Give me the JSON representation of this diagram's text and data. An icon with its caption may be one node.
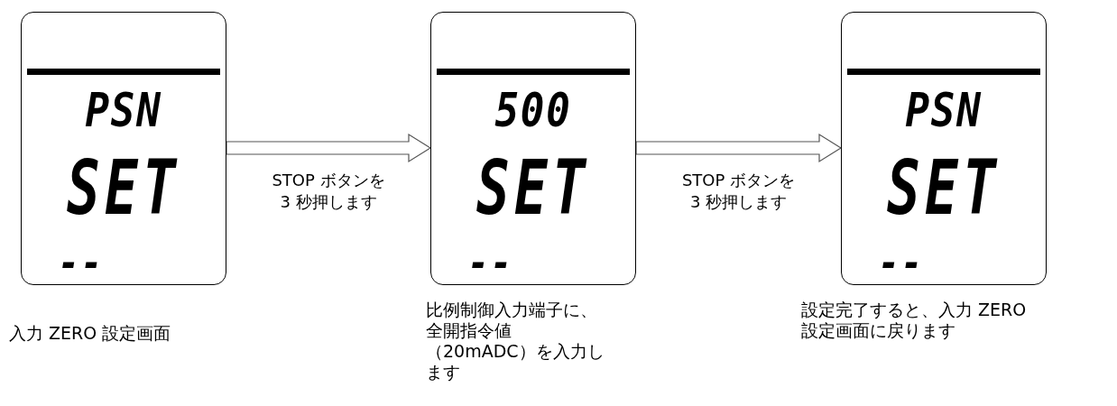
{
  "diagram": {
    "nodes": [
      {
        "text": [
          "PSN",
          "SET",
          "--"
        ],
        "beside": [
          "入力 ZERO 設定画面"
        ]
      },
      {
        "text": [
          "500",
          "SET",
          "--"
        ],
        "beside": [
          "比例制御入力端子に、全開指令値（20mADC）を入力します"
        ]
      },
      {
        "text": [
          "PSN",
          "SET",
          "--"
        ],
        "beside": [
          "設定完了すると、入力 ZERO設定画面に戻ります"
        ]
      }
    ],
    "edges": [
      {
        "from": 0,
        "to": 1,
        "arrow": "to",
        "label": "STOP ボタンを 3 秒押します"
      },
      {
        "from": 1,
        "to": 2,
        "arrow": "to",
        "label": "STOP ボタンを 3 秒押します"
      }
    ]
  }
}
